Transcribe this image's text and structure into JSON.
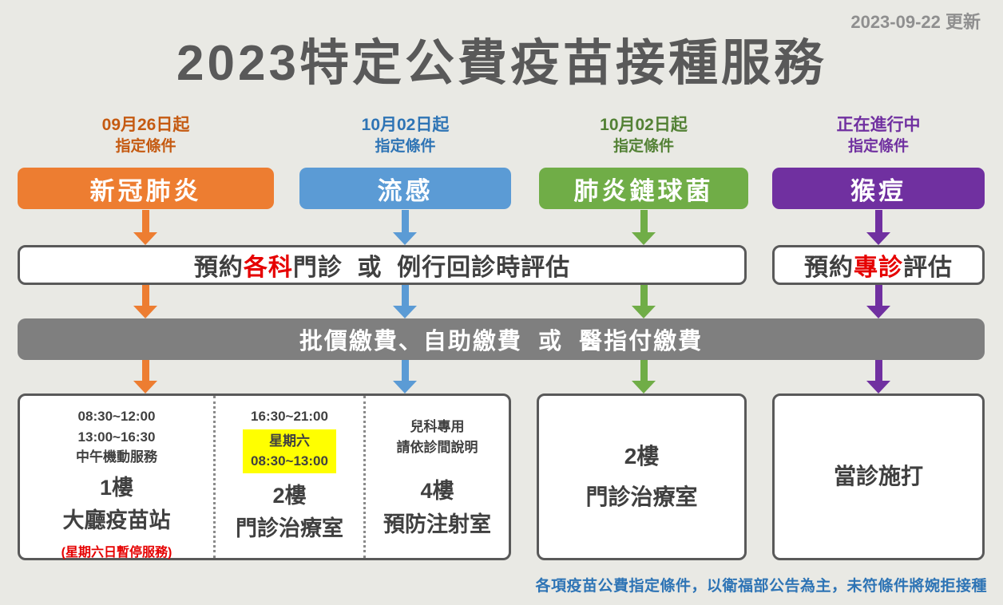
{
  "header": {
    "updated": "2023-09-22 更新",
    "title": "2023特定公費疫苗接種服務"
  },
  "columns": [
    {
      "date": "09月26日起",
      "condition": "指定條件",
      "label": "新冠肺炎",
      "color": "#ed7d31",
      "date_color": "#c55a11"
    },
    {
      "date": "10月02日起",
      "condition": "指定條件",
      "label": "流感",
      "color": "#5b9bd5",
      "date_color": "#2e74b5"
    },
    {
      "date": "10月02日起",
      "condition": "指定條件",
      "label": "肺炎鏈球菌",
      "color": "#70ad47",
      "date_color": "#538135"
    },
    {
      "date": "正在進行中",
      "condition": "指定條件",
      "label": "猴痘",
      "color": "#7030a0",
      "date_color": "#7030a0"
    }
  ],
  "booking": {
    "general": {
      "pre": "預約",
      "highlight": "各科",
      "post": "門診  或  例行回診時評估"
    },
    "monkeypox": {
      "pre": "預約",
      "highlight": "專診",
      "post": "評估"
    }
  },
  "payment_bar": "批價繳費、自助繳費  或  醫指付繳費",
  "locations": {
    "hall": {
      "times": [
        "08:30~12:00",
        "13:00~16:30",
        "中午機動服務"
      ],
      "floor": "1樓",
      "name": "大廳疫苗站",
      "note": "(星期六日暫停服務)"
    },
    "clinic2f": {
      "time": "16:30~21:00",
      "saturday_label": "星期六",
      "saturday_time": "08:30~13:00",
      "floor": "2樓",
      "name": "門診治療室"
    },
    "pediatric": {
      "line1": "兒科專用",
      "line2": "請依診間說明",
      "floor": "4樓",
      "name": "預防注射室"
    },
    "pneumococcal": {
      "floor": "2樓",
      "name": "門診治療室"
    },
    "monkeypox": {
      "name": "當診施打"
    }
  },
  "footer": {
    "note": "各項疫苗公費指定條件，以衛福部公告為主，未符條件將婉拒接種"
  },
  "colors": {
    "background": "#e9e9e4",
    "title": "#595959",
    "box_border": "#595959",
    "payment_bar": "#7f7f7f",
    "highlight_red": "#e60000",
    "saturday_yellow": "#ffff00",
    "footer_blue": "#2e74b5"
  }
}
